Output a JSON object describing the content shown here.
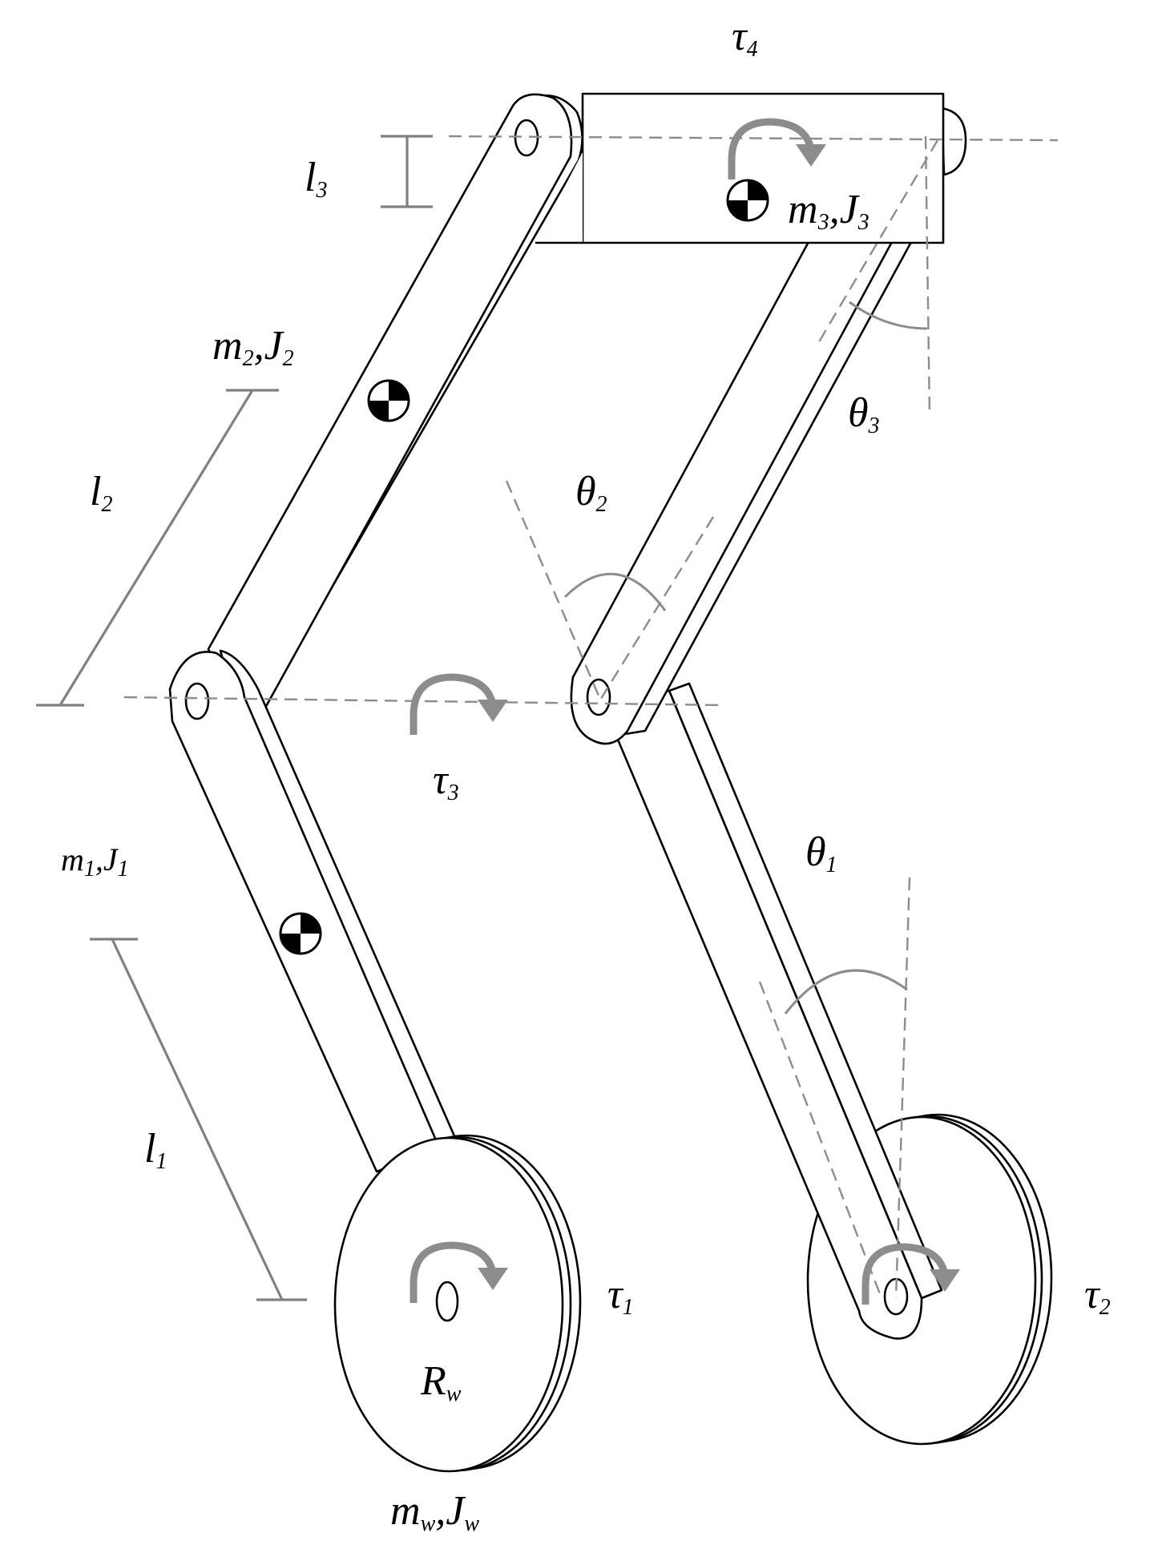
{
  "labels": {
    "tau4": {
      "base": "τ",
      "sub": "4"
    },
    "l3": {
      "base": "l",
      "sub": "3"
    },
    "m3J3": {
      "m": "m",
      "m_sub": "3",
      "sep": ",",
      "j": "J",
      "j_sub": "3"
    },
    "m2J2": {
      "m": "m",
      "m_sub": "2",
      "sep": ",",
      "j": "J",
      "j_sub": "2"
    },
    "l2": {
      "base": "l",
      "sub": "2"
    },
    "theta3": {
      "base": "θ",
      "sub": "3"
    },
    "theta2": {
      "base": "θ",
      "sub": "2"
    },
    "tau3": {
      "base": "τ",
      "sub": "3"
    },
    "m1J1": {
      "m": "m",
      "m_sub": "1",
      "sep": ",",
      "j": "J",
      "j_sub": "1"
    },
    "theta1": {
      "base": "θ",
      "sub": "1"
    },
    "l1": {
      "base": "l",
      "sub": "1"
    },
    "tau1": {
      "base": "τ",
      "sub": "1"
    },
    "tau2": {
      "base": "τ",
      "sub": "2"
    },
    "Rw": {
      "base": "R",
      "sub": "w"
    },
    "mwJw": {
      "m": "m",
      "m_sub": "w",
      "sep": ",",
      "j": "J",
      "j_sub": "w"
    }
  },
  "icons": {
    "center_of_mass": "center-of-mass-icon",
    "torque_arrow": "torque-arrow-icon"
  },
  "colors": {
    "line": "#000000",
    "annotation": "#8c8c8c",
    "background": "#ffffff"
  }
}
